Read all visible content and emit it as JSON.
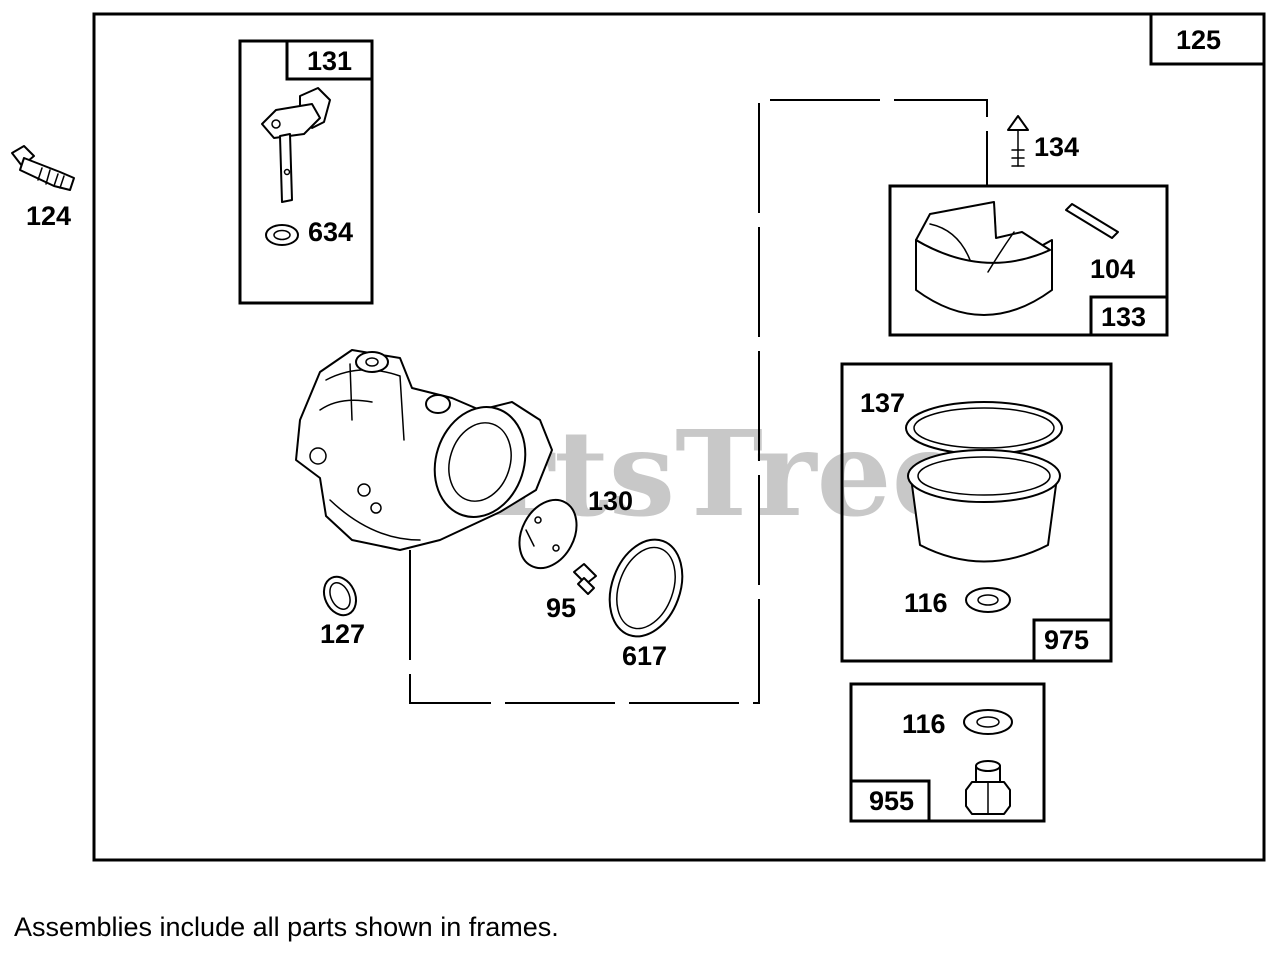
{
  "watermark": "PartsTree",
  "footnote": "Assemblies include all parts shown in frames.",
  "labels": {
    "p125": "125",
    "p124": "124",
    "p131": "131",
    "p634": "634",
    "p134": "134",
    "p104": "104",
    "p133": "133",
    "p137": "137",
    "p130": "130",
    "p95": "95",
    "p617": "617",
    "p127": "127",
    "p116a": "116",
    "p975": "975",
    "p116b": "116",
    "p955": "955"
  }
}
